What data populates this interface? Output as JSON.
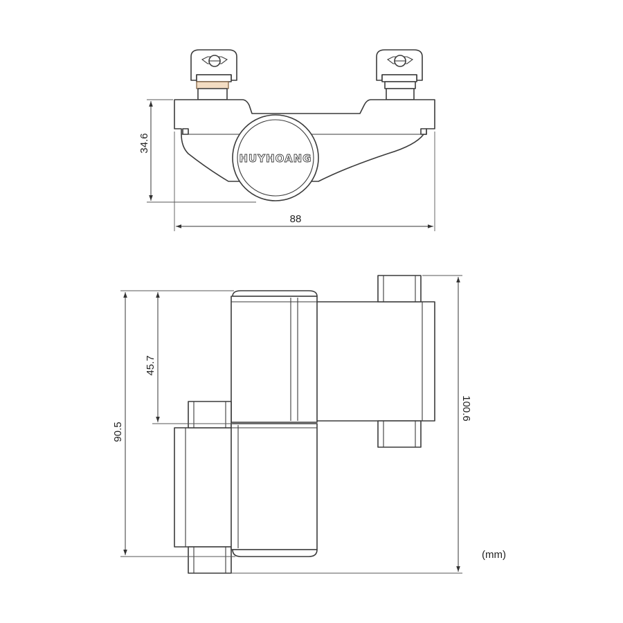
{
  "drawing": {
    "brand": "HUYHOANG",
    "unit": "(mm)",
    "dimensions": {
      "top_height": "34.6",
      "top_width": "88",
      "front_upper_height": "45.7",
      "front_lower_height": "90.5",
      "front_total_height": "100.6"
    }
  }
}
